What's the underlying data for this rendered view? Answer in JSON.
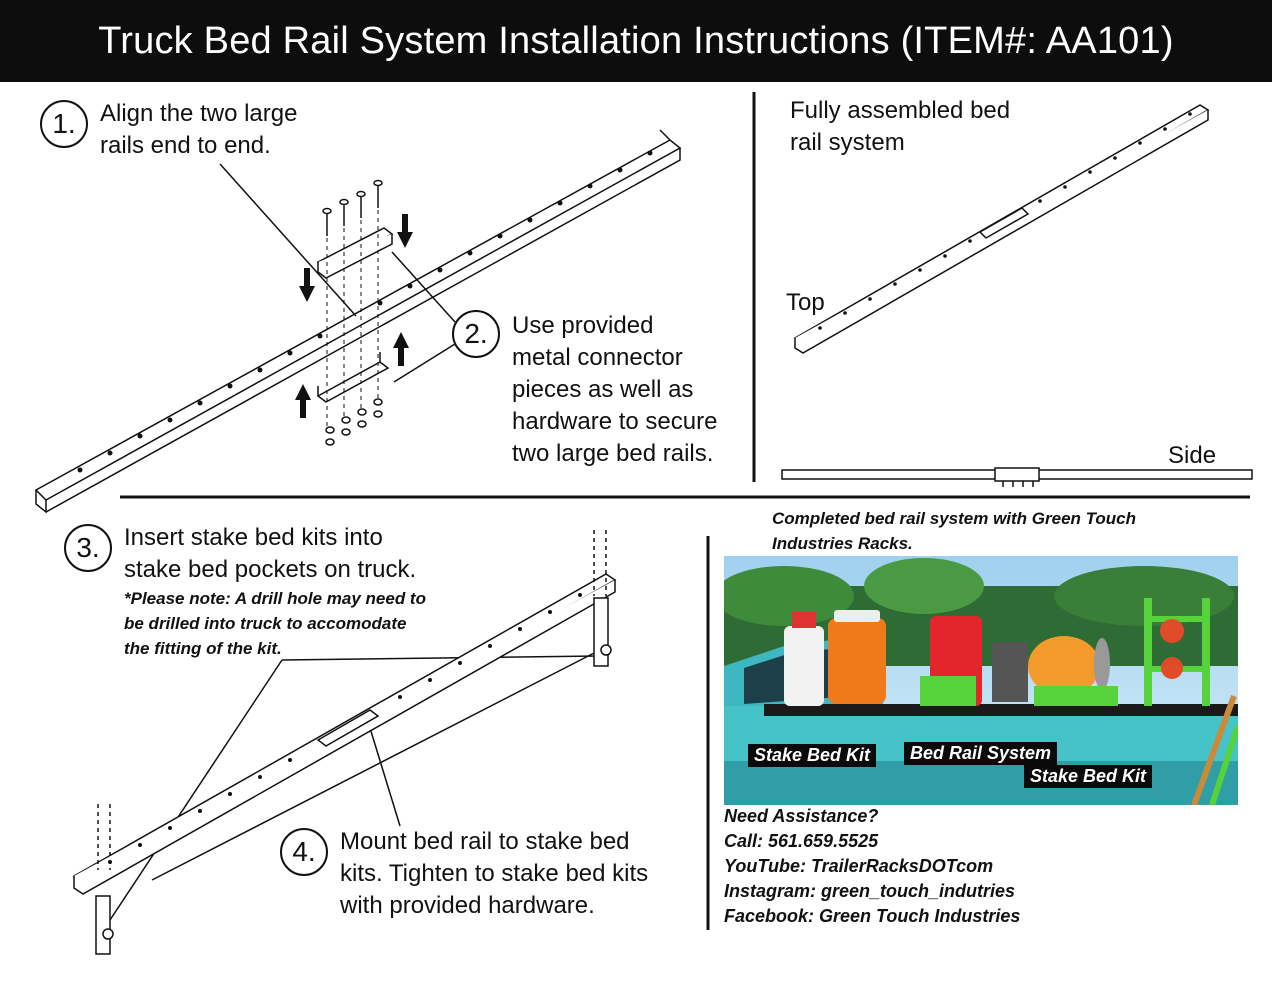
{
  "header": {
    "title": "Truck Bed Rail System Installation Instructions (ITEM#: AA101)"
  },
  "steps": [
    {
      "number": "1.",
      "lines": [
        "Align the two large",
        "rails end to end."
      ]
    },
    {
      "number": "2.",
      "lines": [
        "Use provided",
        "metal connector",
        "pieces as well as",
        "hardware to secure",
        "two large bed rails."
      ]
    },
    {
      "number": "3.",
      "lines": [
        "Insert stake bed kits into",
        "stake bed pockets on truck."
      ],
      "note": [
        "*Please note: A drill hole may need to",
        "be drilled into truck to accomodate",
        "the fitting of the kit."
      ]
    },
    {
      "number": "4.",
      "lines": [
        "Mount bed rail to stake bed",
        "kits. Tighten to stake bed kits",
        "with provided hardware."
      ]
    }
  ],
  "assembled": {
    "caption": [
      "Fully assembled bed",
      "rail system"
    ],
    "top_label": "Top",
    "side_label": "Side"
  },
  "photo": {
    "caption": [
      "Completed bed rail system with Green Touch",
      "Industries Racks."
    ],
    "labels": [
      "Stake Bed Kit",
      "Bed Rail System",
      "Stake Bed Kit"
    ]
  },
  "contact": {
    "lines": [
      "Need Assistance?",
      "Call: 561.659.5525",
      "YouTube: TrailerRacksDOTcom",
      "Instagram: green_touch_indutries",
      "Facebook: Green Touch Industries"
    ]
  },
  "colors": {
    "header_bg": "#0d0d0d",
    "line": "#111111"
  },
  "icons": [
    "bolt-icon",
    "nut-icon",
    "arrow-down-icon",
    "arrow-up-icon"
  ]
}
